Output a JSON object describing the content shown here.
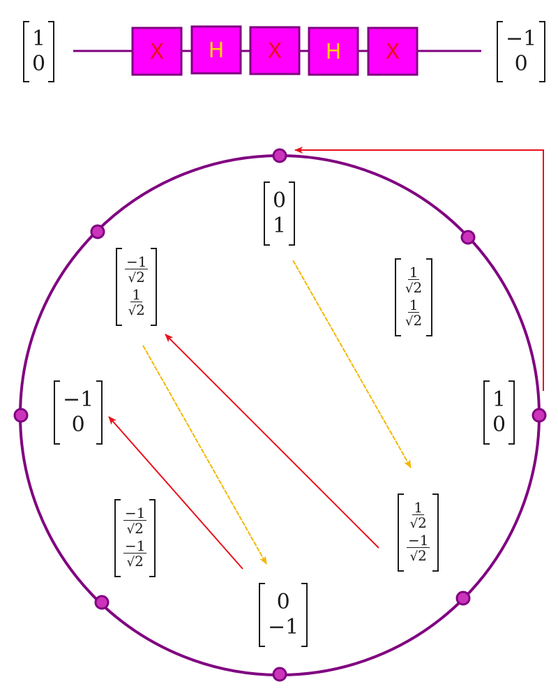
{
  "circuit": {
    "input_state": [
      "1",
      "0"
    ],
    "output_state": [
      "−1",
      "0"
    ],
    "gates": [
      {
        "label": "X",
        "kind": "x"
      },
      {
        "label": "H",
        "kind": "h"
      },
      {
        "label": "X",
        "kind": "x"
      },
      {
        "label": "H",
        "kind": "h"
      },
      {
        "label": "X",
        "kind": "x"
      }
    ]
  },
  "states": {
    "top": {
      "type": "int",
      "entries": [
        "0",
        "1"
      ]
    },
    "upper_right": {
      "type": "frac",
      "entries": [
        {
          "num": "1",
          "den": "2"
        },
        {
          "num": "1",
          "den": "2"
        }
      ]
    },
    "right": {
      "type": "int",
      "entries": [
        "1",
        "0"
      ]
    },
    "lower_right": {
      "type": "frac",
      "entries": [
        {
          "num": "1",
          "den": "2"
        },
        {
          "num": "−1",
          "den": "2"
        }
      ]
    },
    "bottom": {
      "type": "int",
      "entries": [
        "0",
        "−1"
      ]
    },
    "lower_left": {
      "type": "frac",
      "entries": [
        {
          "num": "−1",
          "den": "2"
        },
        {
          "num": "−1",
          "den": "2"
        }
      ]
    },
    "left": {
      "type": "int",
      "entries": [
        "−1",
        "0"
      ]
    },
    "upper_left": {
      "type": "frac",
      "entries": [
        {
          "num": "−1",
          "den": "2"
        },
        {
          "num": "1",
          "den": "2"
        }
      ]
    }
  },
  "colors": {
    "circle": "#800080",
    "dot_fill": "#cc33bb",
    "dot_stroke": "#800080",
    "gate_fill": "#ff00ff",
    "gate_stroke": "#800080",
    "x_label": "#e8101a",
    "h_label": "#ffd400",
    "x_arrow": "#e8101a",
    "h_arrow": "#f2b800"
  }
}
